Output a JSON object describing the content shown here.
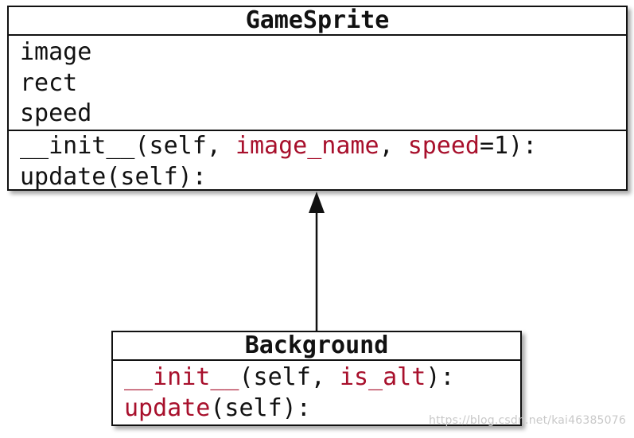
{
  "classes": {
    "game_sprite": {
      "name": "GameSprite",
      "attributes": [
        "image",
        "rect",
        "speed"
      ],
      "methods": {
        "init": {
          "prefix": "__init__(self, ",
          "param1": "image_name",
          "sep": ", ",
          "param2": "speed",
          "suffix": "=1):"
        },
        "update": "update(self):"
      }
    },
    "background": {
      "name": "Background",
      "methods": {
        "init": {
          "name": "__init__",
          "open": "(self, ",
          "param": "is_alt",
          "close": "):"
        },
        "update": {
          "name": "update",
          "rest": "(self):"
        }
      }
    }
  },
  "relationship": "inheritance",
  "colors": {
    "highlight": "#a8102c",
    "text": "#111111",
    "border": "#111111"
  },
  "watermark": "https://blog.csdn.net/kai46385076"
}
